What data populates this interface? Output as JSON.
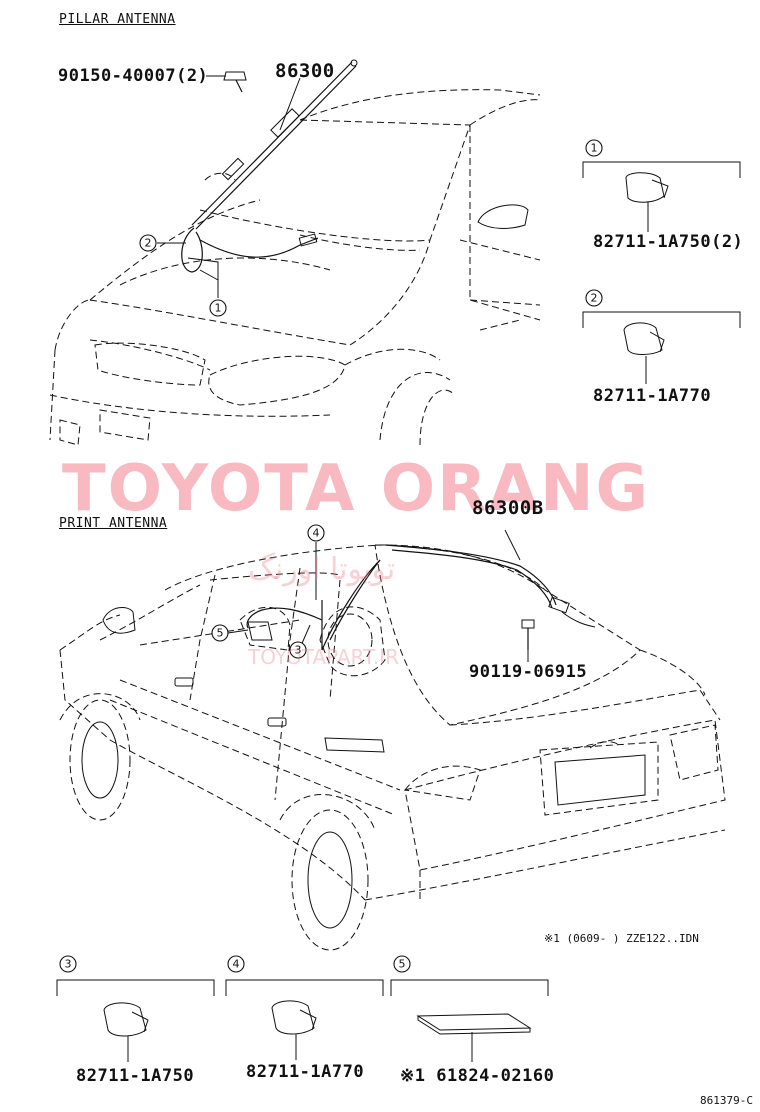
{
  "sections": {
    "pillar_title": "PILLAR ANTENNA",
    "print_title": "PRINT ANTENNA"
  },
  "parts": {
    "p90150": "90150-40007(2)",
    "p86300": "86300",
    "p82711_1a750_2": "82711-1A750(2)",
    "p82711_1a770_top": "82711-1A770",
    "p86300b": "86300B",
    "p90119": "90119-06915",
    "p82711_1a750": "82711-1A750",
    "p82711_1a770": "82711-1A770",
    "p61824": "※1 61824-02160"
  },
  "callouts": [
    "1",
    "2",
    "3",
    "4",
    "5"
  ],
  "note": "※1 (0609-    ) ZZE122..IDN",
  "figure_code": "861379-C",
  "watermark": {
    "brand": "TOYOTA ORANG",
    "persian": "تویوتا اورنگ",
    "url": "TOYOTAPART.IR"
  }
}
